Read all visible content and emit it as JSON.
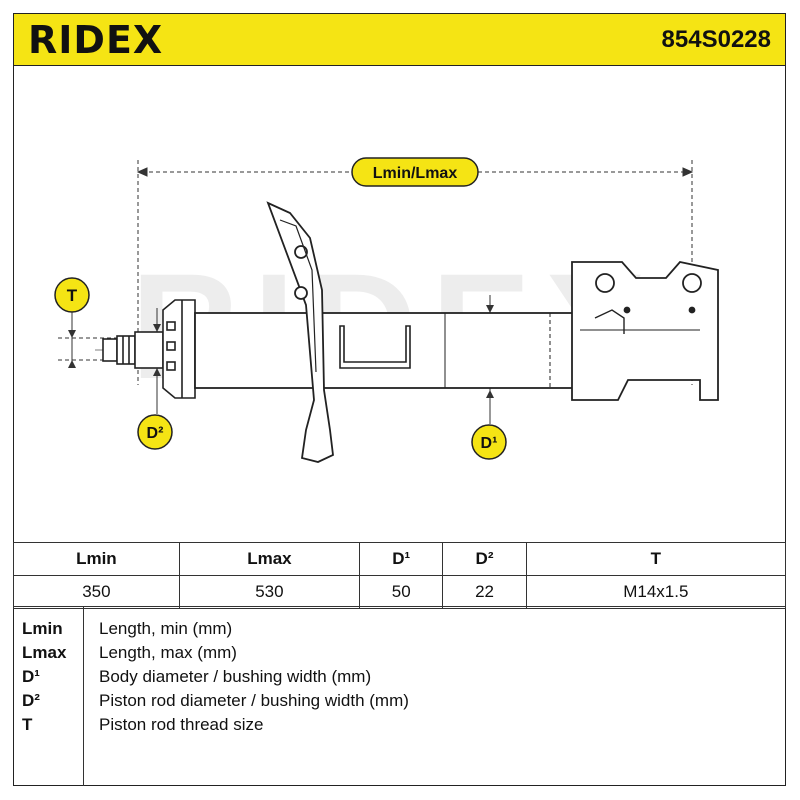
{
  "header": {
    "brand": "RIDEX",
    "part_number": "854S0228"
  },
  "watermark": "RIDEX",
  "callouts": {
    "length": "Lmin/Lmax",
    "thread": "T",
    "rod_diameter": "D²",
    "body_diameter": "D¹"
  },
  "colors": {
    "accent": "#f5e414",
    "ink": "#111111",
    "watermark": "#ededed"
  },
  "specs": {
    "headers": [
      "Lmin",
      "Lmax",
      "D¹",
      "D²",
      "T"
    ],
    "values": [
      "350",
      "530",
      "50",
      "22",
      "M14x1.5"
    ]
  },
  "legend": [
    {
      "key": "Lmin",
      "desc": "Length, min (mm)"
    },
    {
      "key": "Lmax",
      "desc": "Length, max (mm)"
    },
    {
      "key": "D¹",
      "desc": "Body diameter / bushing width (mm)"
    },
    {
      "key": "D²",
      "desc": "Piston rod diameter / bushing width (mm)"
    },
    {
      "key": "T",
      "desc": "Piston rod thread size"
    }
  ]
}
